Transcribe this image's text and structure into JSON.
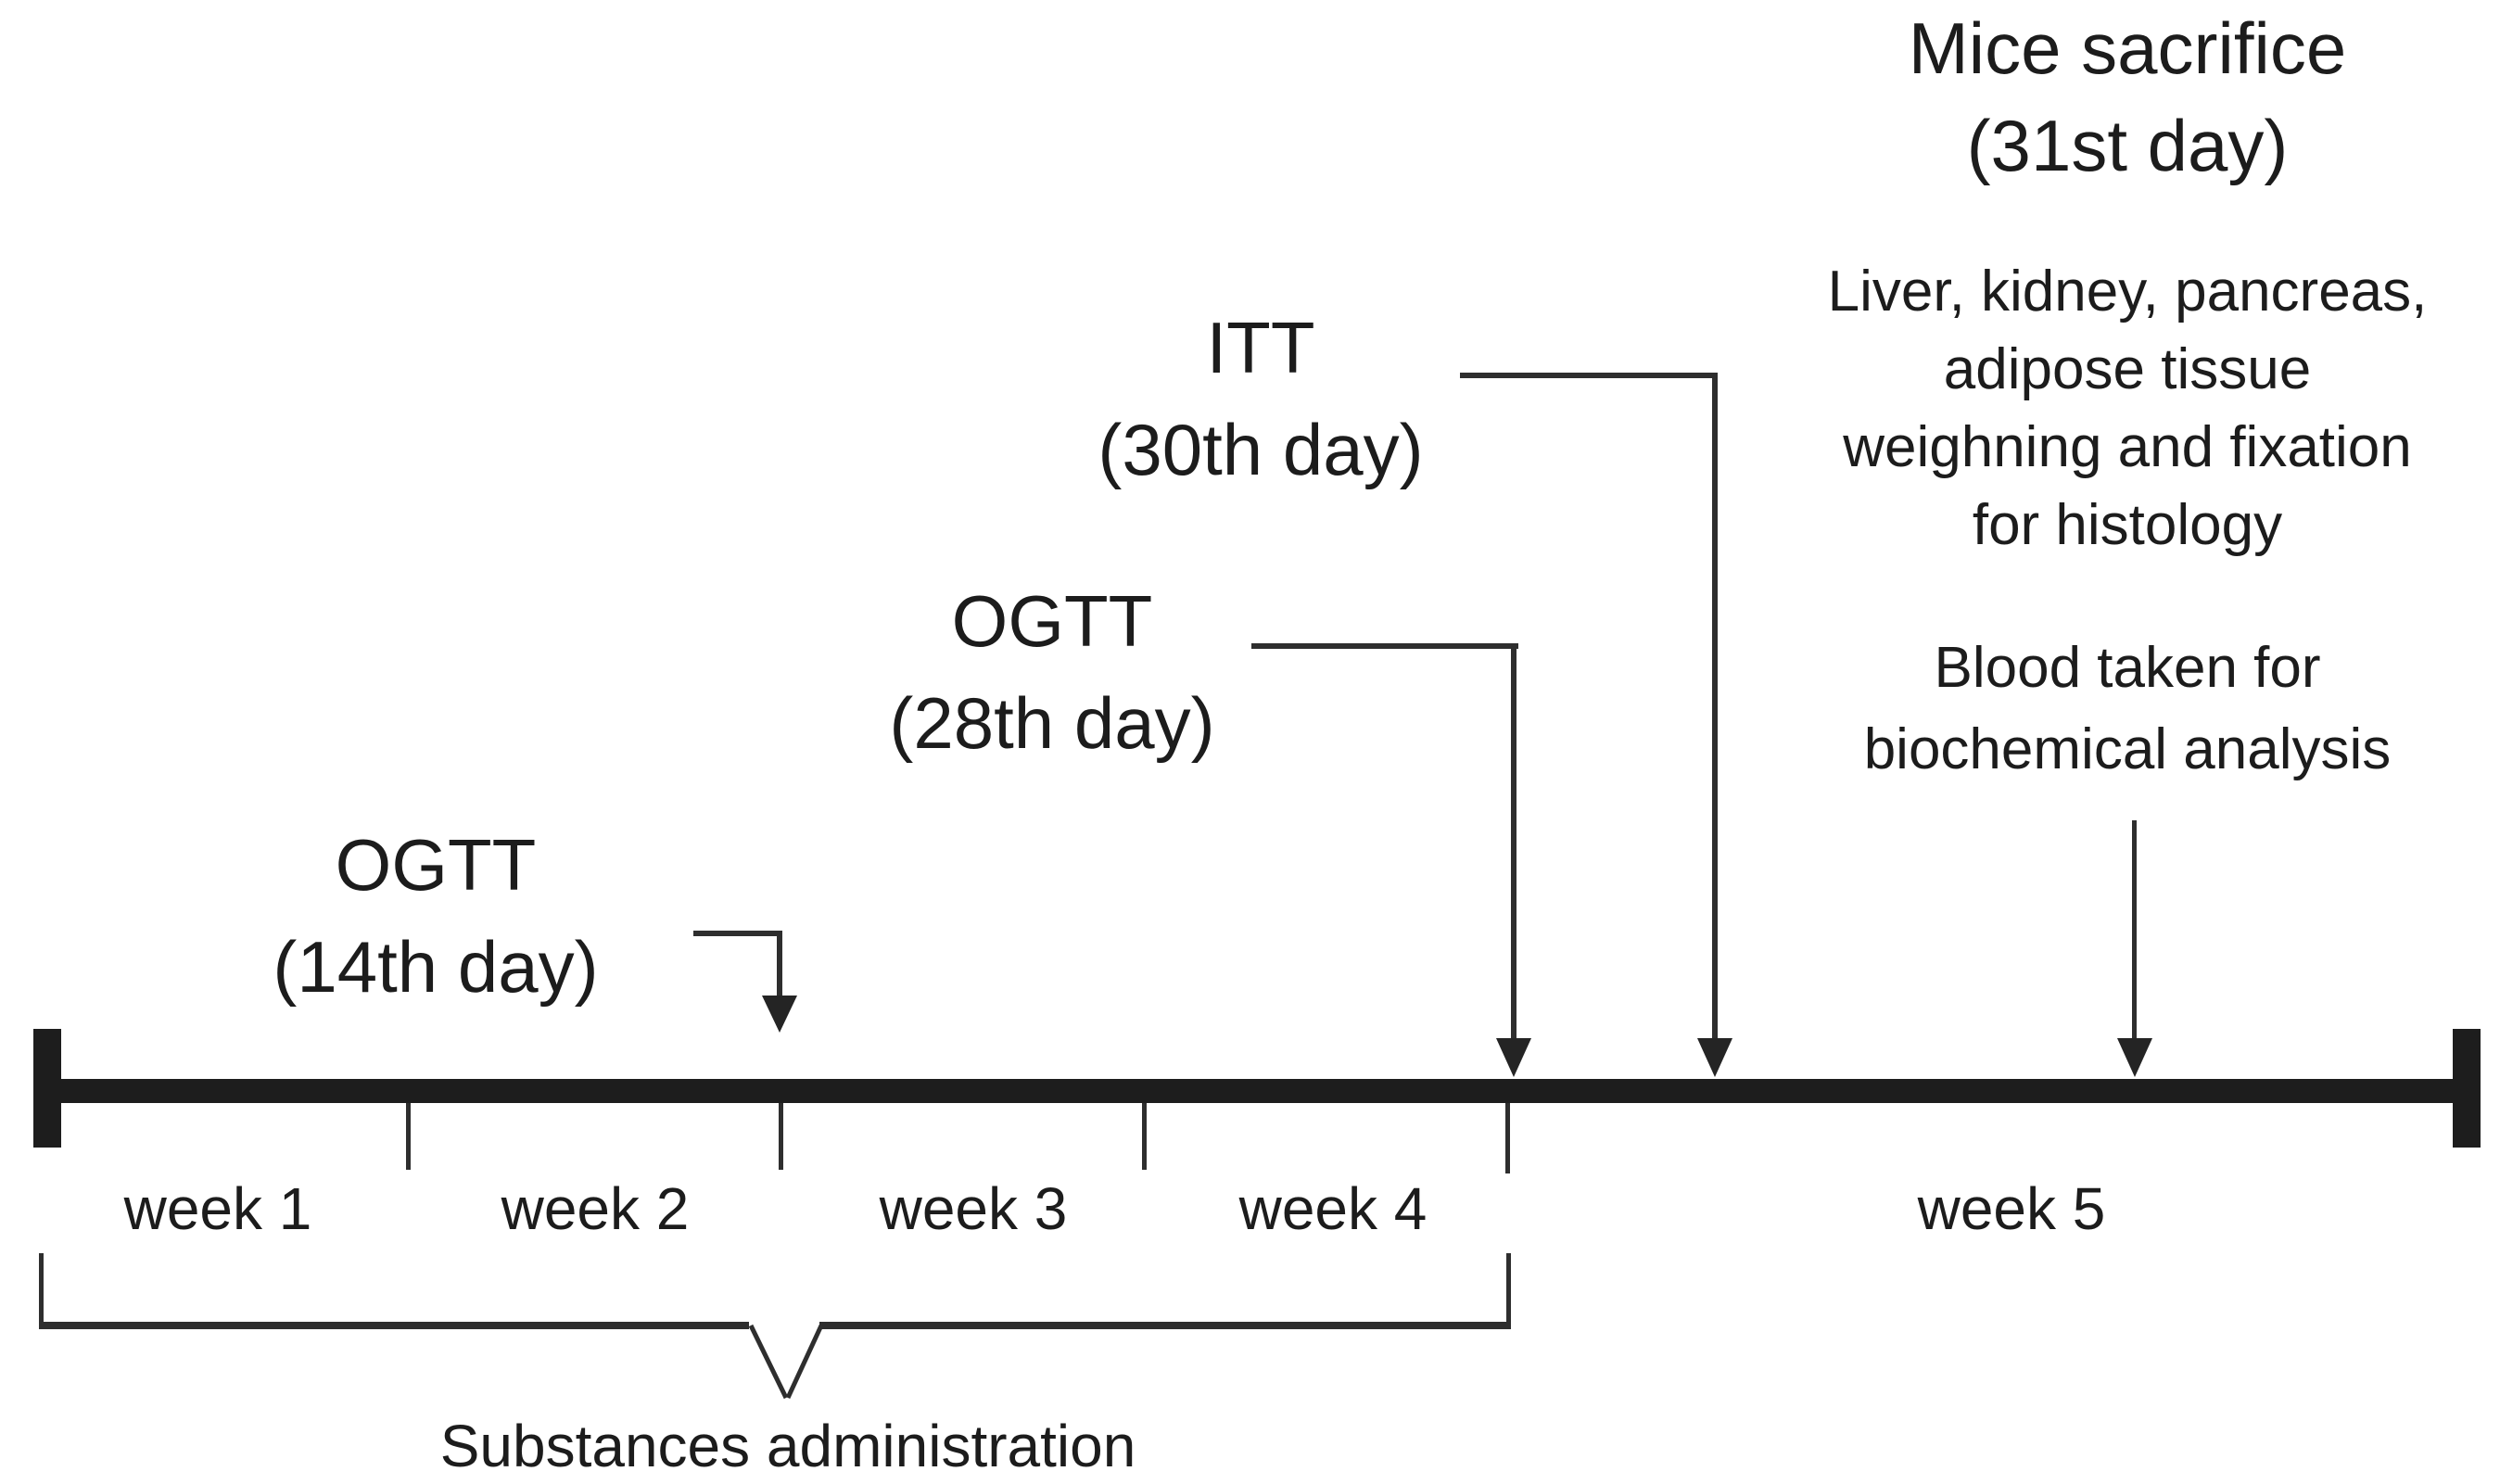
{
  "colors": {
    "background": "#ffffff",
    "ink": "#1c1c1c",
    "timeline_bar": "#1d1d1d",
    "connector_line": "#2e2e2e"
  },
  "labels": {
    "ogtt14": {
      "title": "OGTT",
      "subtitle": "(14th day)"
    },
    "ogtt28": {
      "title": "OGTT",
      "subtitle": "(28th day)"
    },
    "itt": {
      "title": "ITT",
      "subtitle": "(30th day)"
    },
    "sacrifice": {
      "title": "Mice sacrifice",
      "subtitle": "(31st day)"
    },
    "organs": {
      "lines": [
        "Liver, kidney, pancreas,",
        "adipose tissue",
        "weighning and fixation",
        "for histology"
      ]
    },
    "blood": {
      "lines": [
        "Blood taken for",
        "biochemical analysis"
      ]
    },
    "bracket": {
      "label": "Substances administration"
    }
  },
  "timeline": {
    "weeks": [
      {
        "label": "week 1"
      },
      {
        "label": "week 2"
      },
      {
        "label": "week 3"
      },
      {
        "label": "week 4"
      },
      {
        "label": "week 5"
      }
    ]
  }
}
